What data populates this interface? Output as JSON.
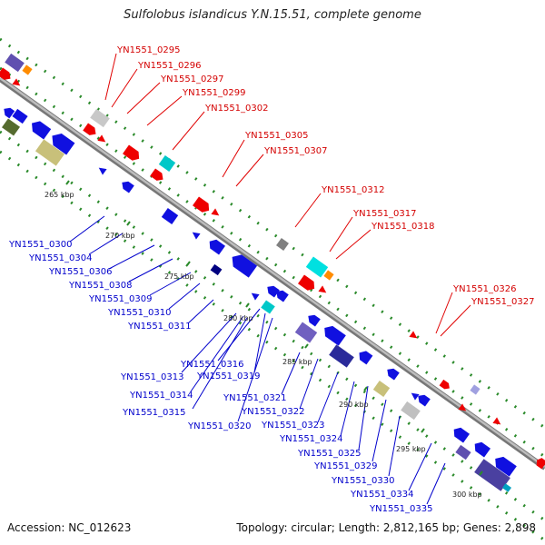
{
  "title": "Sulfolobus islandicus Y.N.15.51, complete genome",
  "footer": {
    "accession": "Accession: NC_012623",
    "topology": "Topology: circular; Length: 2,812,165 bp; Genes: 2,898"
  },
  "colors": {
    "forward": "#ee0000",
    "reverse": "#1010e0",
    "backbone": "#999999",
    "dots": "#2a8a2a",
    "top_label": "#d40000",
    "bottom_label": "#0000cc"
  },
  "scale_labels": [
    "265 kbp",
    "270 kbp",
    "275 kbp",
    "280 kbp",
    "285 kbp",
    "290 kbp",
    "295 kbp",
    "300 kbp"
  ],
  "top_genes": [
    "YN1551_0295",
    "YN1551_0296",
    "YN1551_0297",
    "YN1551_0299",
    "YN1551_0302",
    "YN1551_0305",
    "YN1551_0307",
    "YN1551_0312",
    "YN1551_0317",
    "YN1551_0318",
    "YN1551_0326",
    "YN1551_0327"
  ],
  "bottom_genes": [
    "YN1551_0300",
    "YN1551_0304",
    "YN1551_0306",
    "YN1551_0308",
    "YN1551_0309",
    "YN1551_0310",
    "YN1551_0311",
    "YN1551_0313",
    "YN1551_0314",
    "YN1551_0315",
    "YN1551_0316",
    "YN1551_0319",
    "YN1551_0320",
    "YN1551_0321",
    "YN1551_0322",
    "YN1551_0323",
    "YN1551_0324",
    "YN1551_0325",
    "YN1551_0329",
    "YN1551_0330",
    "YN1551_0334",
    "YN1551_0335"
  ]
}
